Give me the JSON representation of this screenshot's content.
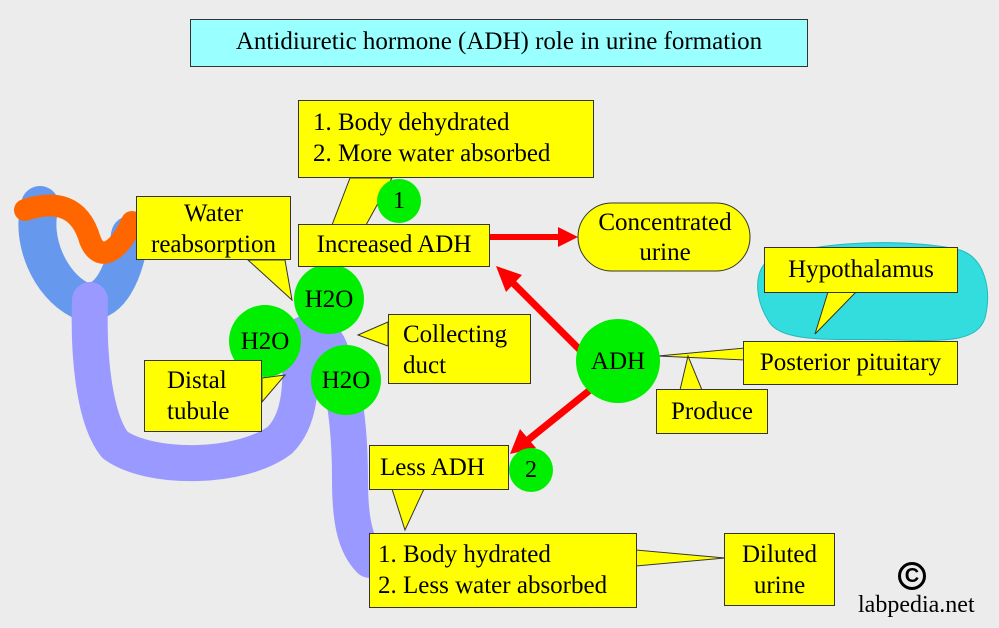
{
  "title": "Antidiuretic hormone (ADH) role in urine formation",
  "dehydrated_box": {
    "line1": "1. Body dehydrated",
    "line2": "2. More water absorbed"
  },
  "hydrated_box": {
    "line1": "1. Body hydrated",
    "line2": "2. Less water absorbed"
  },
  "increased_adh": "Increased ADH",
  "less_adh": "Less ADH",
  "concentrated_urine": {
    "line1": "Concentrated",
    "line2": "urine"
  },
  "diluted_urine": {
    "line1": "Diluted",
    "line2": "urine"
  },
  "water_reabsorption": {
    "line1": "Water",
    "line2": "reabsorption"
  },
  "collecting_duct": {
    "line1": "Collecting",
    "line2": "duct"
  },
  "distal_tubule": {
    "line1": "Distal",
    "line2": "tubule"
  },
  "hypothalamus": "Hypothalamus",
  "posterior_pituitary": "Posterior pituitary",
  "produce": "Produce",
  "adh_circle": "ADH",
  "h2o_molecules": [
    "H2O",
    "H2O",
    "H2O"
  ],
  "step_numbers": [
    "1",
    "2"
  ],
  "watermark": "labpedia.net",
  "copyright_symbol": "C",
  "colors": {
    "background": "#ececec",
    "callout": "#ffff00",
    "title_box": "#99ffff",
    "hypothalamus_blob": "#33dddd",
    "molecule": "#00ee00",
    "arrow": "#ff0000",
    "tubule": "#9999ff",
    "tubule_top": "#6699ee",
    "tubule_loop": "#ff6600"
  }
}
